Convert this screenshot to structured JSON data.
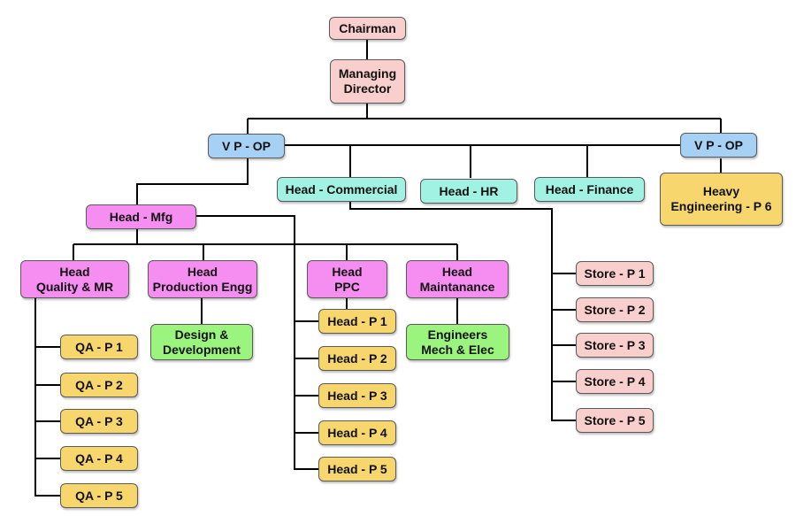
{
  "nodes": {
    "chairman": "Chairman",
    "managing_director": "Managing\nDirector",
    "vp_op_left": "V P - OP",
    "vp_op_right": "V P - OP",
    "heavy_engineering": "Heavy\nEngineering - P 6",
    "head_commercial": "Head - Commercial",
    "head_hr": "Head - HR",
    "head_finance": "Head - Finance",
    "head_mfg": "Head - Mfg",
    "head_quality": "Head\nQuality & MR",
    "head_production": "Head\nProduction Engg",
    "head_ppc": "Head\nPPC",
    "head_maintenance": "Head\nMaintanance",
    "design_development": "Design &\nDevelopment",
    "engineers": "Engineers\nMech & Elec",
    "qa": [
      "QA - P 1",
      "QA - P 2",
      "QA - P 3",
      "QA - P 4",
      "QA - P 5"
    ],
    "ppc_heads": [
      "Head - P 1",
      "Head - P 2",
      "Head - P 3",
      "Head - P 4",
      "Head - P 5"
    ],
    "stores": [
      "Store - P 1",
      "Store - P 2",
      "Store - P 3",
      "Store - P 4",
      "Store - P 5"
    ]
  },
  "colors": {
    "top_level": "#f9cfcd",
    "vp": "#a7d0f5",
    "department_head": "#a2f2e4",
    "manufacturing": "#f68ef1",
    "engineering_team": "#9bf47e",
    "plant_unit": "#f7d76d",
    "store": "#f9cfcd",
    "connector": "#000000"
  }
}
